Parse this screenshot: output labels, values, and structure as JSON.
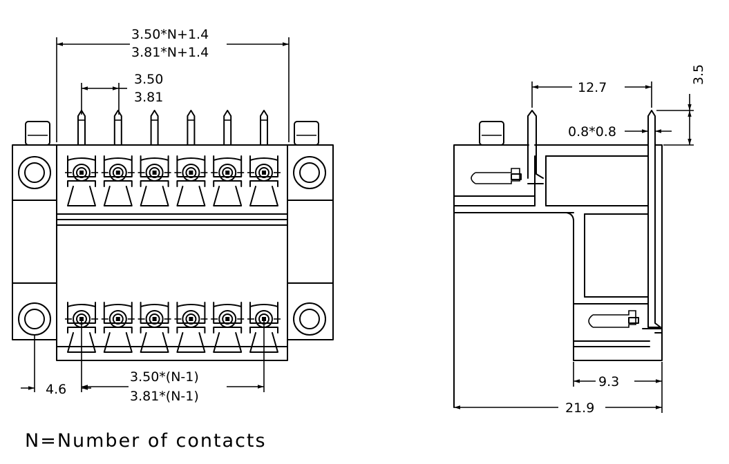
{
  "front_view": {
    "overall_width_a": "3.50*N+1.4",
    "overall_width_b": "3.81*N+1.4",
    "pitch_a": "3.50",
    "pitch_b": "3.81",
    "span_a": "3.50*(N-1)",
    "span_b": "3.81*(N-1)",
    "flange_offset": "4.6",
    "contact_count_shown": 6
  },
  "side_view": {
    "pin_spacing": "12.7",
    "pin_height": "3.5",
    "pin_section": "0.8*0.8",
    "base_depth": "9.3",
    "overall_depth": "21.9"
  },
  "footnote": "N=Number of contacts"
}
